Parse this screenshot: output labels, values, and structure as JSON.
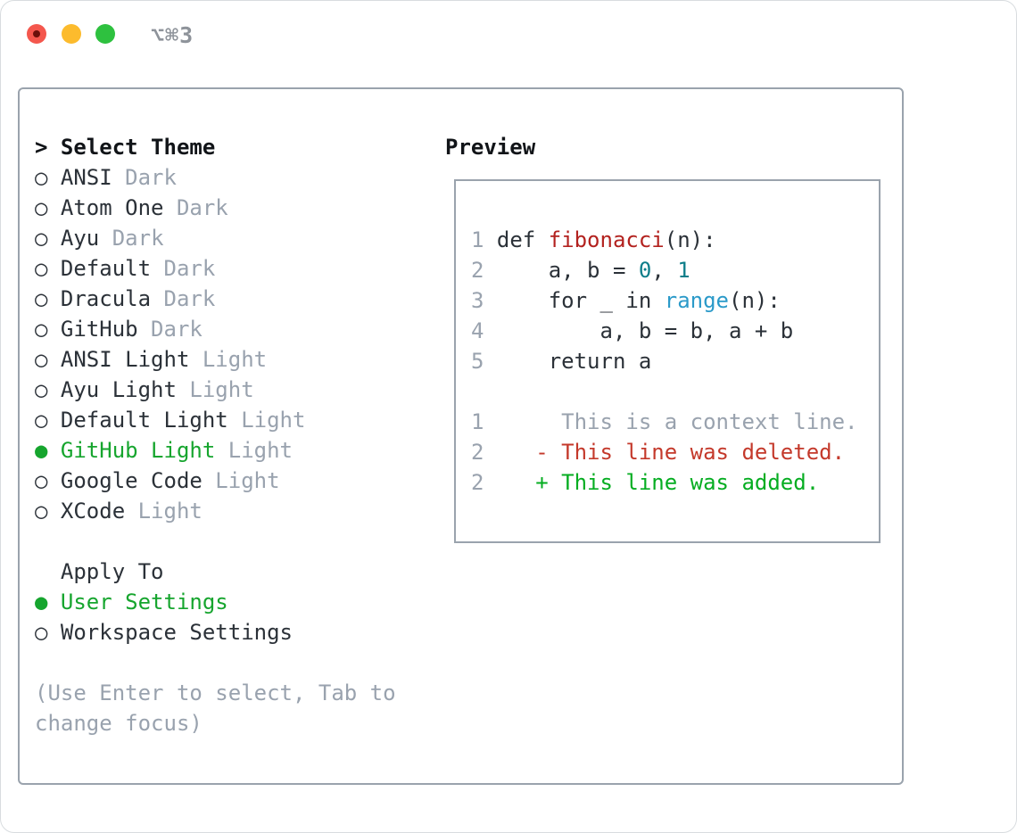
{
  "window": {
    "title": "⌥⌘3",
    "traffic_lights": [
      {
        "name": "close-button",
        "color": "#f4574d"
      },
      {
        "name": "minimize-button",
        "color": "#fcbb2d"
      },
      {
        "name": "zoom-button",
        "color": "#2ec13f"
      }
    ]
  },
  "theme_panel": {
    "header": {
      "prefix": "> ",
      "label": "Select Theme"
    },
    "themes": [
      {
        "name": "ANSI",
        "variant": "Dark",
        "selected": false
      },
      {
        "name": "Atom One",
        "variant": "Dark",
        "selected": false
      },
      {
        "name": "Ayu",
        "variant": "Dark",
        "selected": false
      },
      {
        "name": "Default",
        "variant": "Dark",
        "selected": false
      },
      {
        "name": "Dracula",
        "variant": "Dark",
        "selected": false
      },
      {
        "name": "GitHub",
        "variant": "Dark",
        "selected": false
      },
      {
        "name": "ANSI Light",
        "variant": "Light",
        "selected": false
      },
      {
        "name": "Ayu Light",
        "variant": "Light",
        "selected": false
      },
      {
        "name": "Default Light",
        "variant": "Light",
        "selected": false
      },
      {
        "name": "GitHub Light",
        "variant": "Light",
        "selected": true
      },
      {
        "name": "Google Code",
        "variant": "Light",
        "selected": false
      },
      {
        "name": "XCode",
        "variant": "Light",
        "selected": false
      }
    ],
    "markers": {
      "unselected": "○ ",
      "selected": "● "
    },
    "apply_to": {
      "label": "Apply To",
      "options": [
        {
          "name": "User Settings",
          "selected": true
        },
        {
          "name": "Workspace Settings",
          "selected": false
        }
      ]
    },
    "hint_lines": [
      "(Use Enter to select, Tab to",
      "change focus)"
    ]
  },
  "preview": {
    "label": "Preview",
    "lines": [
      {
        "num": "1",
        "kind": "code",
        "segments": [
          {
            "t": "def ",
            "c": "t"
          },
          {
            "t": "fibonacci",
            "c": "fn"
          },
          {
            "t": "(n):",
            "c": "t"
          }
        ]
      },
      {
        "num": "2",
        "kind": "code",
        "segments": [
          {
            "t": "    a, b = ",
            "c": "t"
          },
          {
            "t": "0",
            "c": "nm"
          },
          {
            "t": ", ",
            "c": "t"
          },
          {
            "t": "1",
            "c": "nm"
          }
        ]
      },
      {
        "num": "3",
        "kind": "code",
        "segments": [
          {
            "t": "    for _ in ",
            "c": "t"
          },
          {
            "t": "range",
            "c": "cl"
          },
          {
            "t": "(n):",
            "c": "t"
          }
        ]
      },
      {
        "num": "4",
        "kind": "code",
        "segments": [
          {
            "t": "        a, b = b, a + b",
            "c": "t"
          }
        ]
      },
      {
        "num": "5",
        "kind": "code",
        "segments": [
          {
            "t": "    return a",
            "c": "t"
          }
        ]
      },
      {
        "num": "",
        "kind": "blank",
        "segments": []
      },
      {
        "num": "1",
        "kind": "diff-context",
        "segments": [
          {
            "t": "     This is a context line.",
            "c": "ctx"
          }
        ]
      },
      {
        "num": "2",
        "kind": "diff-deleted",
        "segments": [
          {
            "t": "   - This line was deleted.",
            "c": "del"
          }
        ]
      },
      {
        "num": "2",
        "kind": "diff-added",
        "segments": [
          {
            "t": "   + This line was added.",
            "c": "add"
          }
        ]
      }
    ]
  },
  "colors": {
    "accent_green": "#16a52e",
    "added_green": "#05ad21",
    "deleted_red": "#c4392b",
    "func_red": "#b3221f",
    "number_teal": "#0e7e8a",
    "call_blue": "#2b9ac9",
    "muted_gray": "#99a2ae",
    "text_dark": "#2b3138",
    "border_gray": "#9aa3ad"
  }
}
